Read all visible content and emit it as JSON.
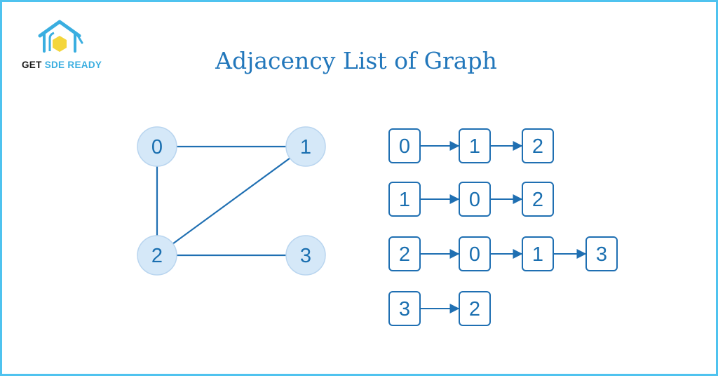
{
  "brand": {
    "part1": "GET ",
    "part2": "SDE READY"
  },
  "title": "Adjacency List of Graph",
  "colors": {
    "node_fill": "#d5e8f8",
    "stroke": "#1f6fb2",
    "border": "#4fc3ef",
    "logo": "#3aaee0",
    "logo_accent": "#f4d63c"
  },
  "graph": {
    "nodes": [
      "0",
      "1",
      "2",
      "3"
    ],
    "edges": [
      [
        "0",
        "1"
      ],
      [
        "0",
        "2"
      ],
      [
        "1",
        "2"
      ],
      [
        "2",
        "3"
      ]
    ]
  },
  "adjacency_list": [
    {
      "vertex": "0",
      "neighbors": [
        "1",
        "2"
      ]
    },
    {
      "vertex": "1",
      "neighbors": [
        "0",
        "2"
      ]
    },
    {
      "vertex": "2",
      "neighbors": [
        "0",
        "1",
        "3"
      ]
    },
    {
      "vertex": "3",
      "neighbors": [
        "2"
      ]
    }
  ]
}
